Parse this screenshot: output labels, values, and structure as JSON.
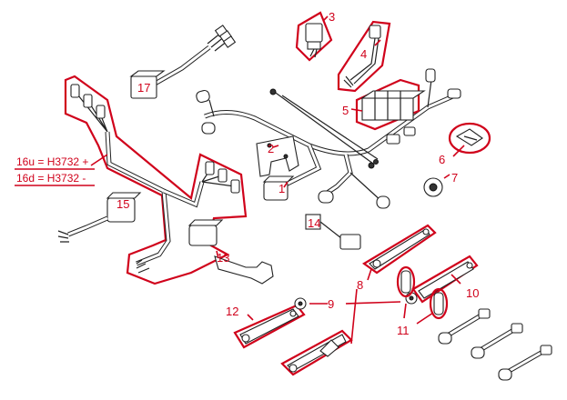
{
  "legend": {
    "line1": "16u = H3732 +",
    "line2": "16d = H3732 -"
  },
  "callouts": {
    "c1": "1",
    "c2": "2",
    "c3": "3",
    "c4": "4",
    "c5": "5",
    "c6": "6",
    "c7": "7",
    "c8": "8",
    "c9": "9",
    "c10": "10",
    "c11": "11",
    "c12": "12",
    "c13": "13",
    "c14": "14",
    "c15": "15",
    "c17": "17"
  },
  "colors": {
    "highlight": "#d0021b",
    "line": "#222222"
  }
}
